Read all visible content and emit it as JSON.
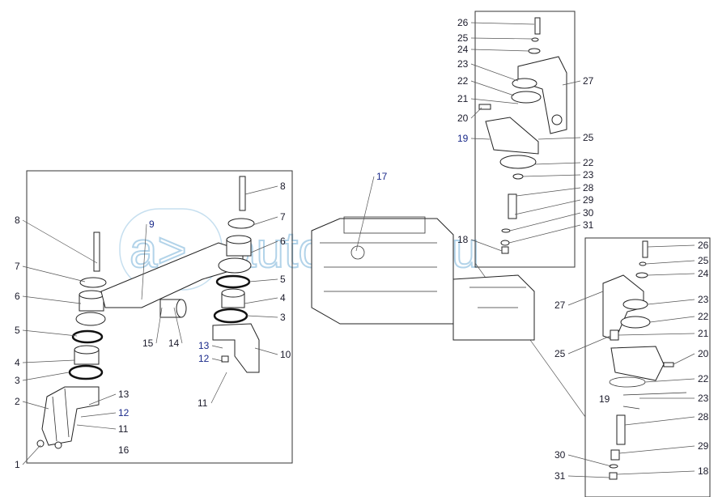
{
  "watermark": "autopiter.ru",
  "callouts": [
    {
      "text": "8"
    },
    {
      "text": "7"
    },
    {
      "text": "6"
    },
    {
      "text": "5"
    },
    {
      "text": "4"
    },
    {
      "text": "3"
    },
    {
      "text": "2"
    },
    {
      "text": "1"
    },
    {
      "text": "9",
      "blue": true
    },
    {
      "text": "15"
    },
    {
      "text": "14"
    },
    {
      "text": "8"
    },
    {
      "text": "7"
    },
    {
      "text": "6"
    },
    {
      "text": "5"
    },
    {
      "text": "4"
    },
    {
      "text": "3"
    },
    {
      "text": "13",
      "blue": true
    },
    {
      "text": "12",
      "blue": true
    },
    {
      "text": "10"
    },
    {
      "text": "11"
    },
    {
      "text": "13"
    },
    {
      "text": "12",
      "blue": true
    },
    {
      "text": "11"
    },
    {
      "text": "16"
    },
    {
      "text": "17",
      "blue": true
    },
    {
      "text": "26"
    },
    {
      "text": "25"
    },
    {
      "text": "24"
    },
    {
      "text": "23"
    },
    {
      "text": "22"
    },
    {
      "text": "21"
    },
    {
      "text": "20"
    },
    {
      "text": "19",
      "blue": true
    },
    {
      "text": "27"
    },
    {
      "text": "25"
    },
    {
      "text": "22"
    },
    {
      "text": "23"
    },
    {
      "text": "28"
    },
    {
      "text": "29"
    },
    {
      "text": "30"
    },
    {
      "text": "31"
    },
    {
      "text": "18"
    },
    {
      "text": "26"
    },
    {
      "text": "25"
    },
    {
      "text": "24"
    },
    {
      "text": "23"
    },
    {
      "text": "22"
    },
    {
      "text": "21"
    },
    {
      "text": "20"
    },
    {
      "text": "22"
    },
    {
      "text": "23"
    },
    {
      "text": "28"
    },
    {
      "text": "29"
    },
    {
      "text": "18"
    },
    {
      "text": "27"
    },
    {
      "text": "25"
    },
    {
      "text": "19"
    },
    {
      "text": "30"
    },
    {
      "text": "31"
    }
  ]
}
